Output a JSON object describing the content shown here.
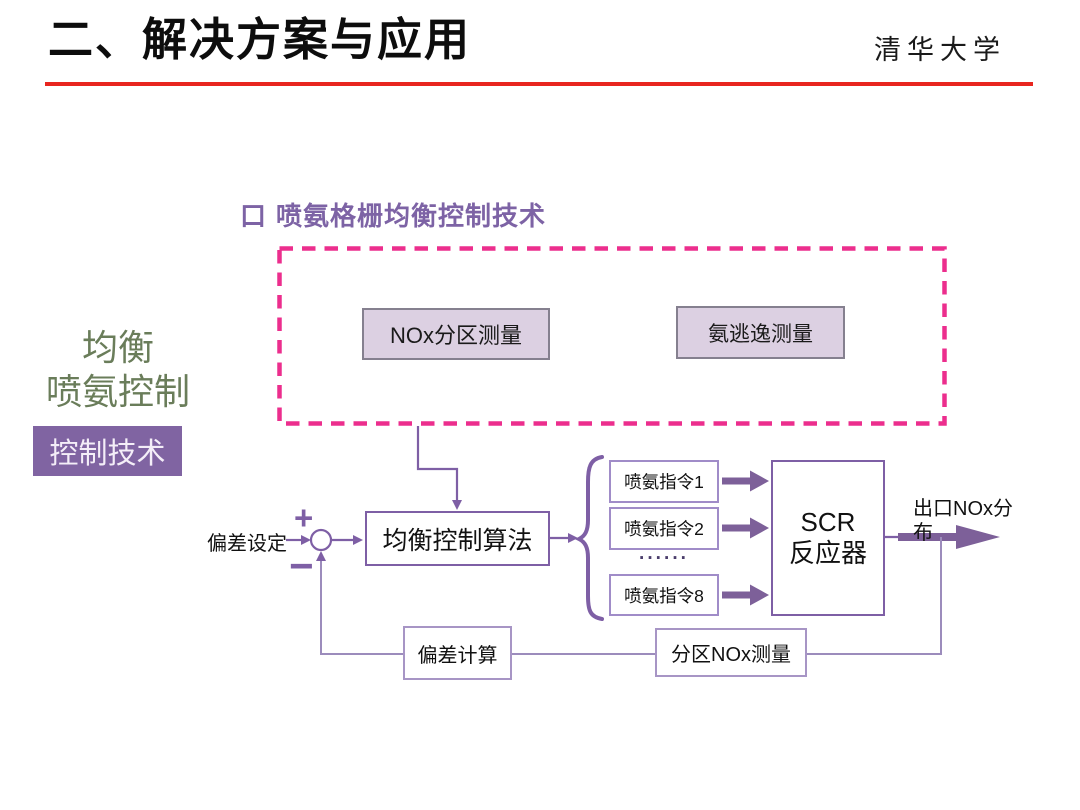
{
  "header": {
    "title": "二、解决方案与应用",
    "affiliation": "清华大学"
  },
  "section": {
    "bullet": "口",
    "heading": "喷氨格栅均衡控制技术"
  },
  "sidebar": {
    "line1": "均衡",
    "line2": "喷氨控制",
    "tag": "控制技术"
  },
  "measurement": {
    "nox_label": "NOx分区测量",
    "ammonia_label": "氨逃逸测量"
  },
  "diagram": {
    "setpoint_label": "偏差设定",
    "plus_sign": "+",
    "minus_sign": "−",
    "algorithm_label": "均衡控制算法",
    "command_1": "喷氨指令1",
    "command_2": "喷氨指令2",
    "ellipsis": "······",
    "command_8": "喷氨指令8",
    "scr_line1": "SCR",
    "scr_line2": "反应器",
    "output_label_line1": "出口NOx分",
    "output_label_line2": "布",
    "deviation_calc_label": "偏差计算",
    "zone_nox_label": "分区NOx测量"
  },
  "colors": {
    "title_red_rule": "#e8251f",
    "section_heading_purple": "#7d63a5",
    "dashed_border_pink": "#ec2e8d",
    "measure_box_lavender": "#dcd0e2",
    "sidebar_green": "#6a7d5a",
    "sidebar_tag_purple": "#8064a2",
    "diagram_purple": "#7e5fa5",
    "feedback_line_purple": "#9c8cbc",
    "thick_arrow_purple": "#7d6099"
  }
}
